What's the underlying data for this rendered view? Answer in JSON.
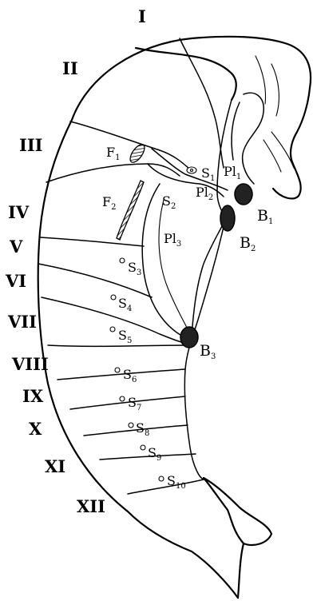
{
  "segments": [
    "I",
    "II",
    "III",
    "IV",
    "V",
    "VI",
    "VII",
    "VIII",
    "IX",
    "X",
    "XI",
    "XII"
  ],
  "labels": {
    "f1": {
      "main": "F",
      "sub": "1"
    },
    "f2": {
      "main": "F",
      "sub": "2"
    },
    "s1": {
      "main": "S",
      "sub": "1"
    },
    "s2": {
      "main": "S",
      "sub": "2"
    },
    "s3": {
      "main": "S",
      "sub": "3"
    },
    "s4": {
      "main": "S",
      "sub": "4"
    },
    "s5": {
      "main": "S",
      "sub": "5"
    },
    "s6": {
      "main": "S",
      "sub": "6"
    },
    "s7": {
      "main": "S",
      "sub": "7"
    },
    "s8": {
      "main": "S",
      "sub": "8"
    },
    "s9": {
      "main": "S",
      "sub": "9"
    },
    "s10": {
      "main": "S",
      "sub": "10"
    },
    "pl1": {
      "main": "Pl",
      "sub": "1"
    },
    "pl2": {
      "main": "Pl",
      "sub": "2"
    },
    "pl3": {
      "main": "Pl",
      "sub": "3"
    },
    "b1": {
      "main": "B",
      "sub": "1"
    },
    "b2": {
      "main": "B",
      "sub": "2"
    },
    "b3": {
      "main": "B",
      "sub": "3"
    }
  }
}
